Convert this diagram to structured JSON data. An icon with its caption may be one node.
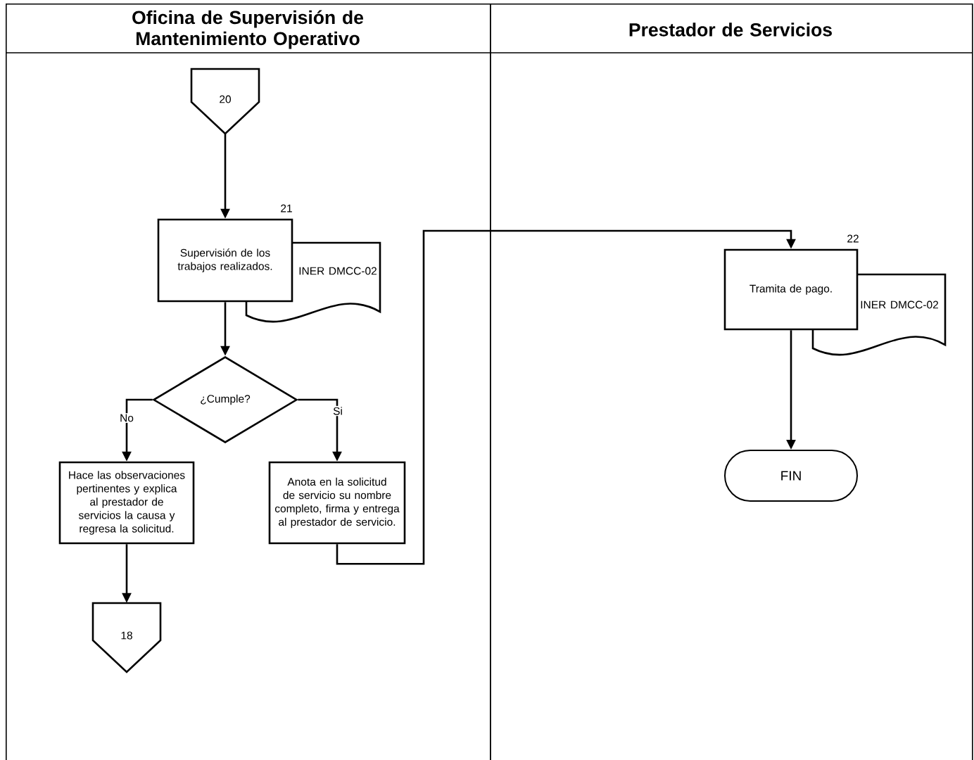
{
  "diagram": {
    "nodes": [
      {
        "text": [
          "Oficina  de Supervisión de Mantenimiento Operativo"
        ]
      },
      {
        "text": [
          "Prestador de Servicios"
        ]
      },
      {
        "text": [
          "20"
        ],
        "in": 0
      },
      {
        "text": [
          "Supervisión de los trabajos realizados."
        ],
        "beside": [
          "21"
        ],
        "in": 0
      },
      {
        "text": [
          "INER DMCC-02"
        ],
        "in": 0
      },
      {
        "text": [
          "¿Cumple?"
        ],
        "in": 0
      },
      {
        "text": [
          "Hace las observaciones pertinentes y explica al prestador de servicios la causa y regresa la solicitud."
        ],
        "in": 0
      },
      {
        "text": [
          "Anota en la solicitud de servicio su nombre completo, firma y entrega al prestador de servicio."
        ],
        "in": 0
      },
      {
        "text": [
          "18"
        ],
        "in": 0
      },
      {
        "text": [
          "Tramita de pago."
        ],
        "beside": [
          "22"
        ],
        "in": 1
      },
      {
        "text": [
          "INER DMCC-02"
        ],
        "in": 1
      },
      {
        "text": [
          "FIN"
        ],
        "in": 1
      }
    ],
    "edges": [
      {
        "from": 2,
        "to": 3,
        "arrow": "to"
      },
      {
        "from": 3,
        "to": 5,
        "arrow": "to"
      },
      {
        "from": 5,
        "to": 6,
        "arrow": "to",
        "label": "No"
      },
      {
        "from": 5,
        "to": 7,
        "arrow": "to",
        "label": "Si"
      },
      {
        "from": 6,
        "to": 8,
        "arrow": "to"
      },
      {
        "from": 7,
        "to": 9,
        "arrow": "to"
      },
      {
        "from": 9,
        "to": 11,
        "arrow": "to"
      }
    ]
  }
}
